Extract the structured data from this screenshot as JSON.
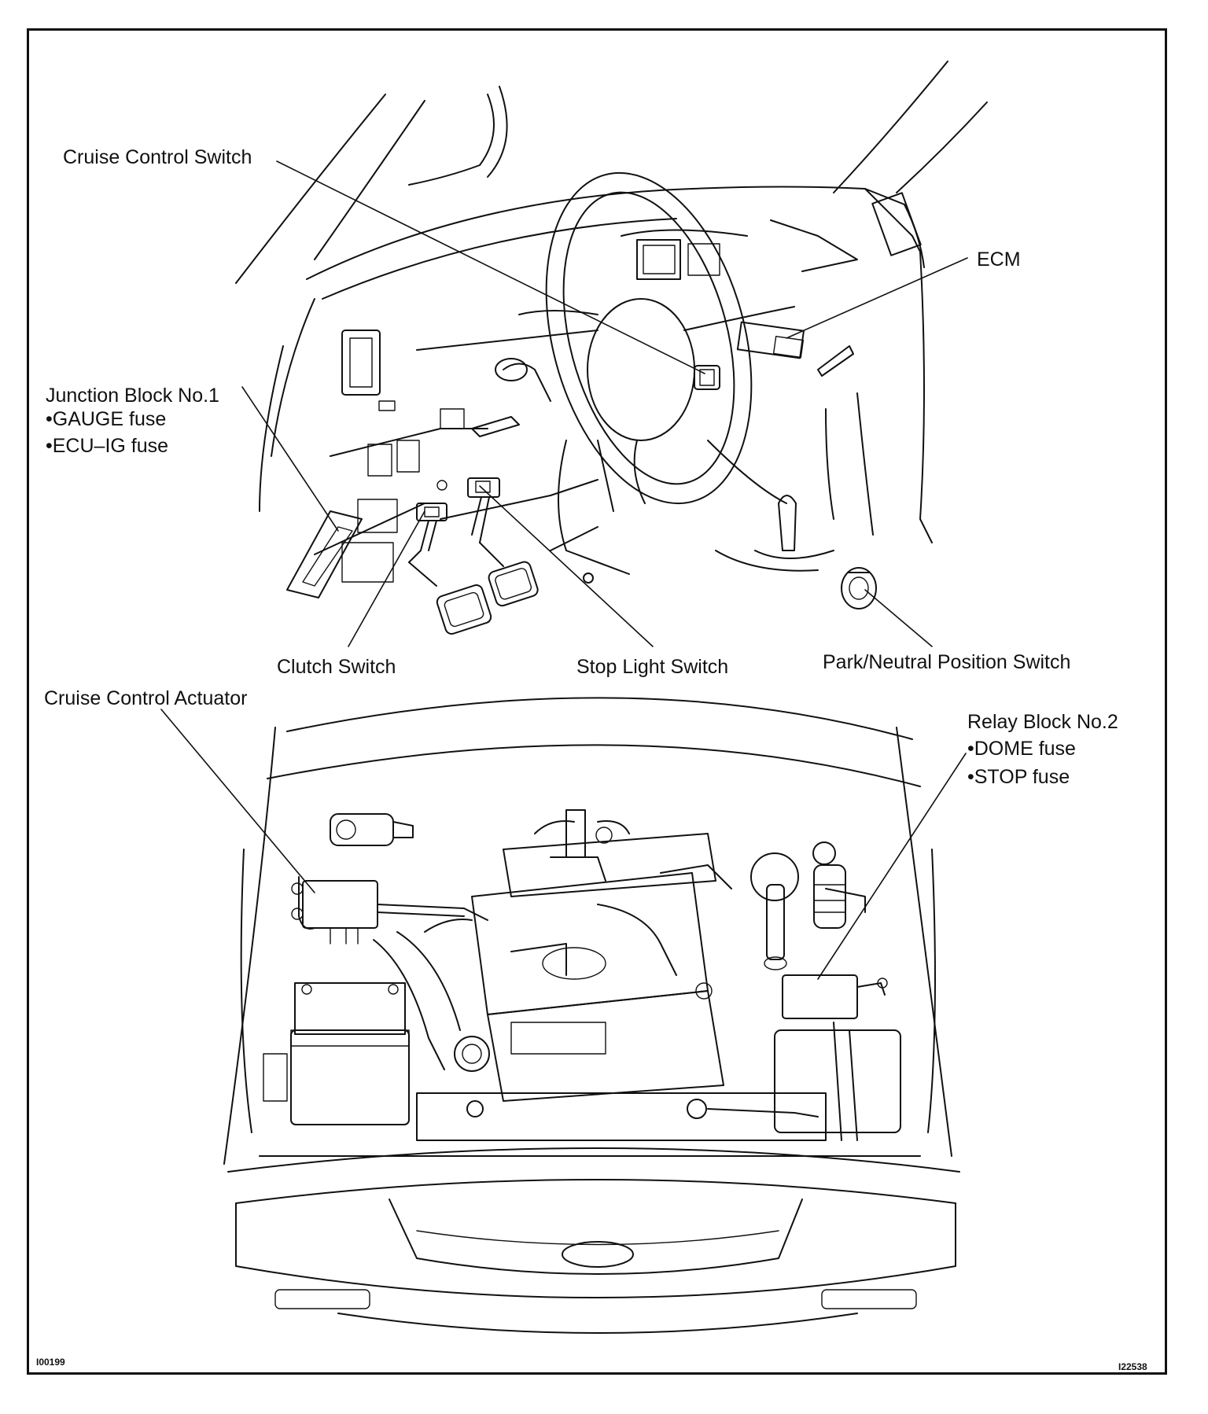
{
  "labels": {
    "cruise_control_switch": "Cruise Control Switch",
    "ecm": "ECM",
    "junction_block": {
      "title": "Junction Block No.1",
      "items": [
        "•GAUGE fuse",
        "•ECU–IG fuse"
      ]
    },
    "clutch_switch": "Clutch Switch",
    "stop_light_switch": "Stop Light Switch",
    "park_neutral_switch": "Park/Neutral Position Switch",
    "cruise_control_actuator": "Cruise Control Actuator",
    "relay_block": {
      "title": "Relay Block No.2",
      "items": [
        "•DOME fuse",
        "•STOP fuse"
      ]
    }
  },
  "codes": {
    "left": "I00199",
    "right": "I22538"
  }
}
